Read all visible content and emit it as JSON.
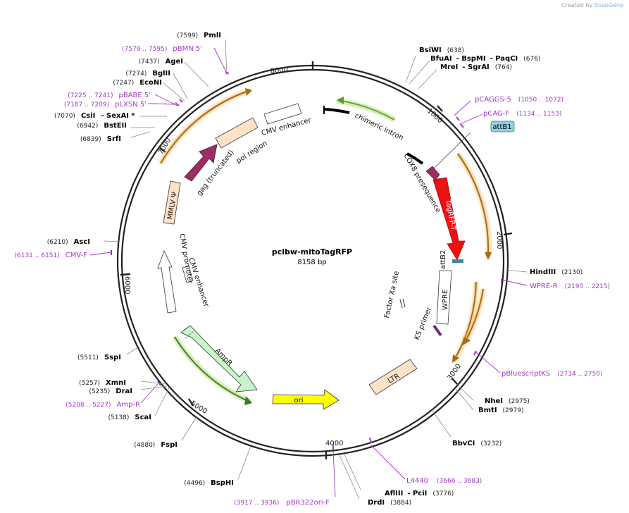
{
  "credit": {
    "prefix": "Created by",
    "brand": "SnapGene"
  },
  "plasmid": {
    "name": "pclbw-mitoTagRFP",
    "size_label": "8158 bp",
    "length": 8158
  },
  "tick_labels": [
    "1000",
    "2000",
    "3000",
    "4000",
    "5000",
    "6000",
    "7000",
    "8000"
  ],
  "sites": [
    {
      "pos": "(638)",
      "name": "BsiWI",
      "parts": []
    },
    {
      "pos": "(676)",
      "name": "BfuAI",
      "parts": [
        "- BspMI",
        "- PaqCI"
      ]
    },
    {
      "pos": "(764)",
      "name": "MreI",
      "parts": [
        "- SgrAI"
      ]
    },
    {
      "pos": "(2130)",
      "name": "HindIII",
      "parts": []
    },
    {
      "pos": "(2975)",
      "name": "NheI",
      "parts": []
    },
    {
      "pos": "(2979)",
      "name": "BmtI",
      "parts": []
    },
    {
      "pos": "(3232)",
      "name": "BbvCI",
      "parts": []
    },
    {
      "pos": "(3776)",
      "name": "AflIII",
      "parts": [
        "- PciI"
      ]
    },
    {
      "pos": "(3884)",
      "name": "DrdI",
      "parts": []
    },
    {
      "pos": "(4496)",
      "name": "BspHI",
      "parts": []
    },
    {
      "pos": "(4880)",
      "name": "FspI",
      "parts": []
    },
    {
      "pos": "(5138)",
      "name": "ScaI",
      "parts": []
    },
    {
      "pos": "(5235)",
      "name": "DraI",
      "parts": []
    },
    {
      "pos": "(5257)",
      "name": "XmnI",
      "parts": []
    },
    {
      "pos": "(5511)",
      "name": "SspI",
      "parts": []
    },
    {
      "pos": "(6210)",
      "name": "AscI",
      "parts": []
    },
    {
      "pos": "(6839)",
      "name": "SrfI",
      "parts": []
    },
    {
      "pos": "(6942)",
      "name": "BstEII",
      "parts": []
    },
    {
      "pos": "(7070)",
      "name": "CsiI",
      "parts": [
        "- SexAI *"
      ]
    },
    {
      "pos": "(7247)",
      "name": "EcoNI",
      "parts": []
    },
    {
      "pos": "(7274)",
      "name": "BglII",
      "parts": []
    },
    {
      "pos": "(7437)",
      "name": "AgeI",
      "parts": []
    },
    {
      "pos": "(7599)",
      "name": "PmlI",
      "parts": []
    }
  ],
  "primers": [
    {
      "name": "pCAGGS-5",
      "range": "(1050 .. 1072)"
    },
    {
      "name": "pCAG-F",
      "range": "(1134 .. 1153)"
    },
    {
      "name": "WPRE-R",
      "range": "(2195 .. 2215)"
    },
    {
      "name": "pBluescriptKS",
      "range": "(2734 .. 2750)"
    },
    {
      "name": "L4440",
      "range": "(3666 .. 3683)"
    },
    {
      "name": "pBR322ori-F",
      "range": "(3917 .. 3936)"
    },
    {
      "name": "Amp-R",
      "range": "(5208 .. 5227)"
    },
    {
      "name": "CMV-F",
      "range": "(6131 .. 6151)"
    },
    {
      "name": "pLXSN 5'",
      "range": "(7187 .. 7209)"
    },
    {
      "name": "pBABE 5'",
      "range": "(7225 .. 7241)"
    },
    {
      "name": "pBMN 5'",
      "range": "(7579 .. 7595)"
    }
  ],
  "features": [
    {
      "label": "chimeric intron"
    },
    {
      "label": "COX8 presequence"
    },
    {
      "label": "attB1"
    },
    {
      "label": "TagRFP-T"
    },
    {
      "label": "attB2"
    },
    {
      "label": "Factor Xa site"
    },
    {
      "label": "WPRE"
    },
    {
      "label": "KS primer"
    },
    {
      "label": "LTR"
    },
    {
      "label": "ori"
    },
    {
      "label": "AmpR"
    },
    {
      "label": "CMV enhancer"
    },
    {
      "label": "CMV promoter"
    },
    {
      "label": "CMV enhancer"
    },
    {
      "label": "MMLV Ψ"
    },
    {
      "label": "gag (truncated)"
    },
    {
      "label": "pol region"
    }
  ],
  "colors": {
    "primer": "#a036c8",
    "backbone": "#222222",
    "intron_ring": "#5a9a2a",
    "orange_ring": "#e6a23c",
    "tagrfp": "#ee1111",
    "gag": "#9a2f62",
    "peach": "#fde2c8",
    "ampr": "#c8f5c8",
    "ori": "#ffff00",
    "attb": "#8fcfe0",
    "white_feature": "#ffffff"
  }
}
